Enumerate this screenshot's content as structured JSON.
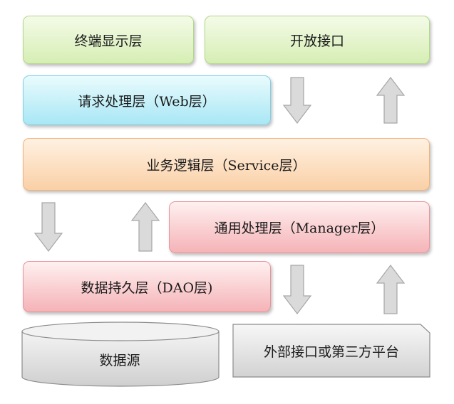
{
  "layers": {
    "terminal": "终端显示层",
    "open_api": "开放接口",
    "web": "请求处理层（Web层）",
    "service": "业务逻辑层（Service层）",
    "manager": "通用处理层（Manager层）",
    "dao": "数据持久层（DAO层)",
    "datasource": "数据源",
    "external": "外部接口或第三方平台"
  },
  "colors": {
    "terminal": "#dcefc2",
    "web": "#bfeaf7",
    "service": "#fcdcbc",
    "manager": "#f8c6ca",
    "dao": "#f8c6ca",
    "storage": "#dddddd",
    "arrow": "#d6d6d6"
  },
  "icons": [
    "arrow-down-icon",
    "arrow-up-icon"
  ]
}
